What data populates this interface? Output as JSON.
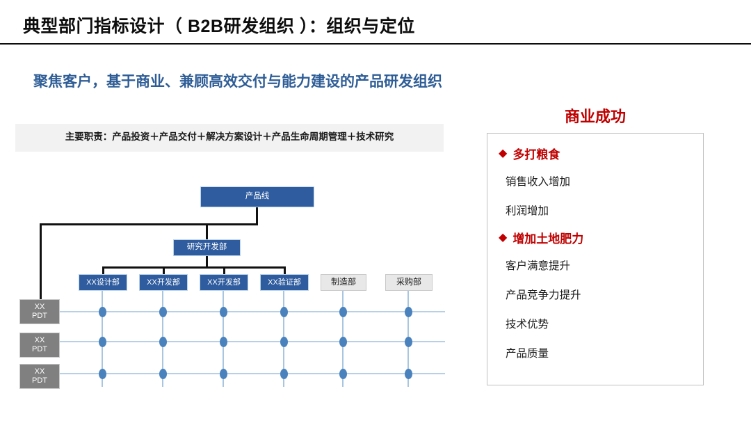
{
  "slide": {
    "title": "典型部门指标设计（ B2B研发组织 ）：组织与定位",
    "subtitle": "聚焦客户，基于商业、兼顾高效交付与能力建设的产品研发组织",
    "responsibility": "主要职责：产品投资＋产品交付＋解决方案设计＋产品生命周期管理＋技术研究"
  },
  "org_chart": {
    "root": "产品线",
    "level2": "研究开发部",
    "departments": [
      {
        "label": "XX设计部",
        "style": "blue"
      },
      {
        "label": "XX开发部",
        "style": "blue"
      },
      {
        "label": "XX开发部",
        "style": "blue"
      },
      {
        "label": "XX验证部",
        "style": "blue"
      },
      {
        "label": "制造部",
        "style": "gray"
      },
      {
        "label": "采购部",
        "style": "gray"
      }
    ],
    "pdts": [
      {
        "line1": "XX",
        "line2": "PDT"
      },
      {
        "line1": "XX",
        "line2": "PDT"
      },
      {
        "line1": "XX",
        "line2": "PDT"
      }
    ],
    "colors": {
      "blue_box": "#2f5c9e",
      "gray_box": "#e8e8e8",
      "pdt_box": "#808080",
      "grid_line": "#a9c6e0",
      "dot": "#4a82bd",
      "connector": "#111111"
    }
  },
  "right_panel": {
    "title": "商业成功",
    "title_color": "#c00000",
    "groups": [
      {
        "heading": "多打粮食",
        "bullet": "diamond-icon",
        "items": [
          "销售收入增加",
          "利润增加"
        ]
      },
      {
        "heading": "增加土地肥力",
        "bullet": "diamond-icon",
        "items": [
          "客户满意提升",
          "产品竞争力提升",
          "技术优势",
          "产品质量"
        ]
      }
    ]
  }
}
